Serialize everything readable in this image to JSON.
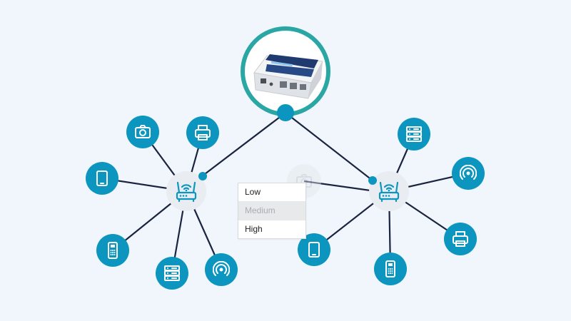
{
  "hub": {
    "device": "pi-gateway-box"
  },
  "colors": {
    "accent": "#0b95bf",
    "ring": "#2aa7a4",
    "line": "#1a2440",
    "background": "#f1f6fc"
  },
  "routers": [
    {
      "id": "router-left",
      "devices": [
        "camera-icon",
        "printer-icon",
        "tablet-icon",
        "pos-terminal-icon",
        "server-icon",
        "wireless-signal-icon"
      ]
    },
    {
      "id": "router-right",
      "devices": [
        "server-icon",
        "wireless-signal-icon",
        "printer-icon",
        "pos-terminal-icon",
        "tablet-icon"
      ]
    }
  ],
  "faded_node": "camera-icon",
  "menu": {
    "items": [
      {
        "label": "Low",
        "state": "normal"
      },
      {
        "label": "Medium",
        "state": "disabled"
      },
      {
        "label": "High",
        "state": "normal"
      }
    ]
  }
}
